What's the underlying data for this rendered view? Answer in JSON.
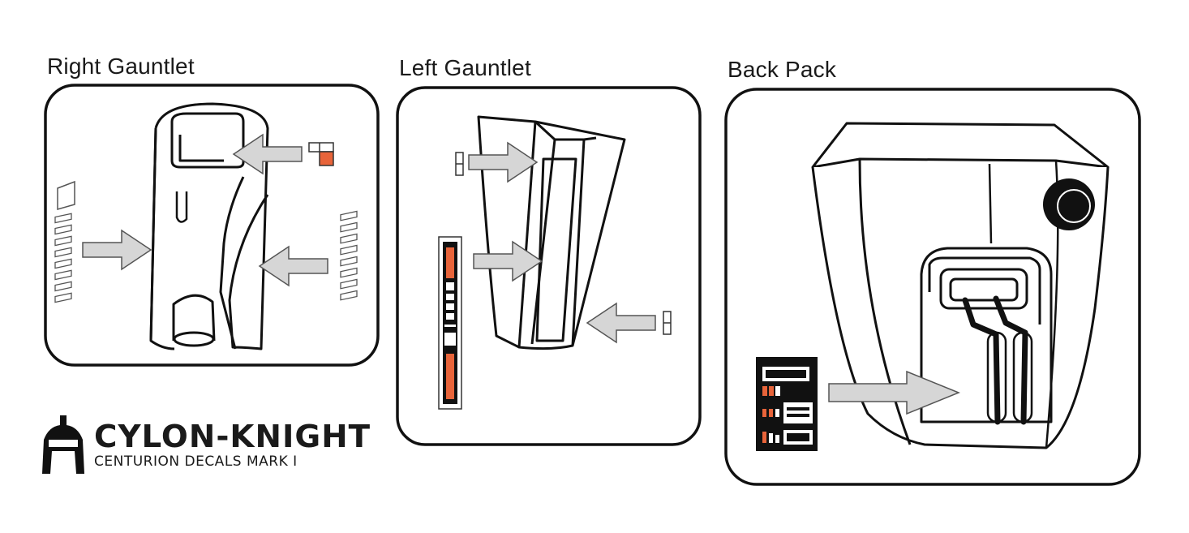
{
  "panels": {
    "right_gauntlet": {
      "title": "Right Gauntlet"
    },
    "left_gauntlet": {
      "title": "Left Gauntlet"
    },
    "back_pack": {
      "title": "Back Pack"
    }
  },
  "brand": {
    "logo_icon": "cylon-helmet-icon",
    "title": "CYLON-KNIGHT",
    "subtitle": "CENTURION DECALS MARK I"
  },
  "colors": {
    "decal_orange": "#e8643a",
    "arrow_fill": "#d6d6d6",
    "arrow_stroke": "#555555",
    "outline": "#111111"
  }
}
